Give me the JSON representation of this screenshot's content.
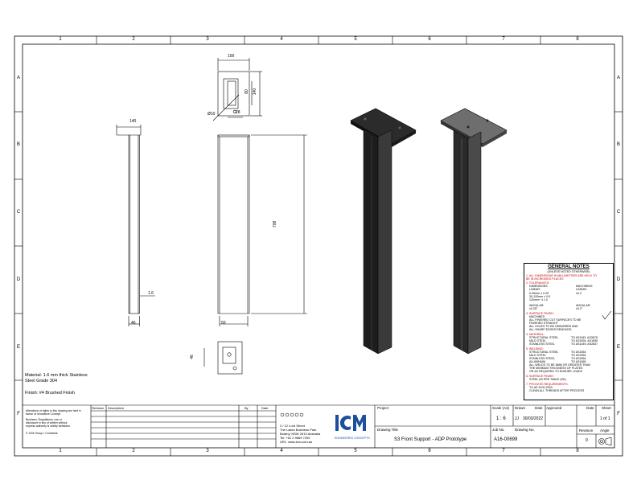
{
  "zones": {
    "columns": [
      "1",
      "2",
      "3",
      "4",
      "5",
      "6",
      "7",
      "8"
    ],
    "rows": [
      "A",
      "B",
      "C",
      "D",
      "E",
      "F"
    ]
  },
  "dimensions": {
    "top_width": "100",
    "top_inner": "80",
    "top_height": "140",
    "hole_dia": "Ø10",
    "offset": "28",
    "front_width": "140",
    "wall": "1.6",
    "front_bottom": "46",
    "side_bottom": "50",
    "height": "708",
    "bottom_h": "46"
  },
  "material": {
    "line1": "Material: 1.6 mm thick Stainless",
    "line2": "Steel Grade 304",
    "finish": "Finish: #4 Brushed Finish"
  },
  "general_notes": {
    "title": "GENERAL NOTES",
    "subtitle": "(UNLESS NOTED OTHERWISE)",
    "n1": "1. ALL DIMENSIONS IN MILLIMETRES ARE HELD TO BE IN INCREASED PLACES",
    "n2": "2. TOLERANCES:",
    "tol_left": [
      "DIMENSIONS",
      "LINEAR:",
      "0-30mm ± 0.25",
      "30-120mm ± 0.5",
      "120mm+ ± 1.0",
      "ANGULAR:",
      "±0.25°"
    ],
    "tol_right": [
      "MACHINING",
      "LINEAR:",
      "±0.2",
      "ANGULAR:",
      "±0.2°"
    ],
    "n3": "3. SURFACE FINISH:",
    "n3_body": [
      "MACHINED",
      "ALL FINISHED CUT SURFACES TO BE",
      "FINISHED STRAIGHT",
      "ALL HOLES TO BE DEBURRED AND",
      "ALL SHARP EDGES REMOVED."
    ],
    "n4": "4. MATERIAL:",
    "mat_rows": [
      [
        "STRUCTURAL STEEL",
        "TO AS1163, AS3678"
      ],
      [
        "MILD STEEL",
        "TO AS1594, AS1595"
      ],
      [
        "STAINLESS STEEL",
        "TO AS1449, AS2837"
      ]
    ],
    "n5": "5. WELDING:",
    "weld_rows": [
      [
        "STRUCTURAL STEEL",
        "TO AS1554"
      ],
      [
        "MILD STEEL",
        "TO AS1554"
      ],
      [
        "STAINLESS STEEL",
        "TO AS1554"
      ],
      [
        "ALUMINIUM",
        "TO AS1665"
      ]
    ],
    "weld_body": [
      "ALL WELDS TO BE 6MM OR GREATER THAN",
      "THE MINIMUM THICKNESS OF PLATES",
      "OR AS REQUIRED TO ENSURE LOADS"
    ],
    "n6": "6. SURFACE FINISH:",
    "n6_body": "STEEL AS PER TABLE (SD)",
    "n7": "7. PROCESS REQUIREMENTS:",
    "n7_body": [
      "TO AS 4100-2020",
      "CLEAN ALL THREADS AFTER PROCESS"
    ]
  },
  "copyright": {
    "text": [
      "Alterations of rights to this drawing are held in favour of Innovative Concept",
      "Business, Regulations, use or",
      "disclosure in lieu of written without",
      "express authority is strictly forbidden."
    ],
    "owner": "© ICM Group / Contracts"
  },
  "revision_table": {
    "headers": [
      "Revision",
      "Description",
      "By",
      "Date"
    ]
  },
  "company": {
    "address": [
      "2 / 12 Lord Street",
      "The Lakes Business Park",
      "Botany, NSW 2019 Australia",
      "Tel: +61 2 9669 7200",
      "URL: www.icm.com.au"
    ],
    "logo_tag": "ENGINEERED CONCEPTS"
  },
  "title_block": {
    "project_label": "Project",
    "drawing_title_label": "Drawing Title",
    "drawing_title": "S3 Front Support - ADP Prototype",
    "scale_label": "Scale (A3)",
    "scale": "1 : 6",
    "drawn_label": "Drawn",
    "drawn": "JJ",
    "date_label": "Date",
    "date": "30/03/2022",
    "approved_label": "Approved",
    "approved_date_label": "Date",
    "sheet_label": "Sheet",
    "sheet": "1 of 1",
    "job_label": "Job No.",
    "drawing_no_label": "Drawing No.",
    "job_no": "A16-00699",
    "revision_label": "Revision",
    "revision": "0",
    "angle_label": "Angle"
  }
}
